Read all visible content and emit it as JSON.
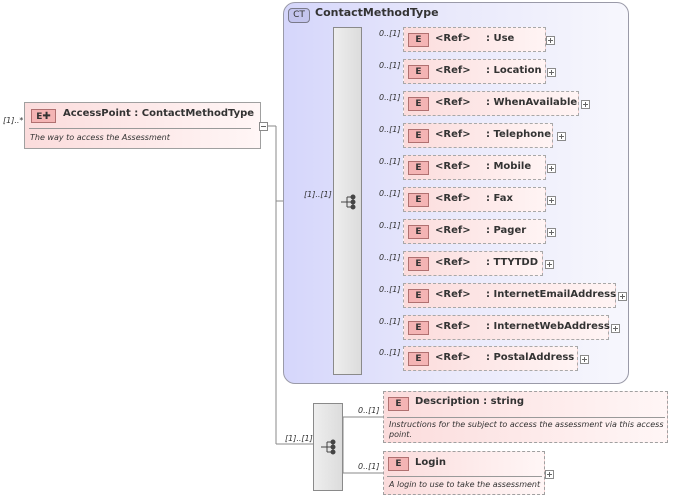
{
  "root": {
    "multiplicity": "[1]..*",
    "badge": "E",
    "title": "AccessPoint : ContactMethodType",
    "description": "The way to access the Assessment"
  },
  "complex_type": {
    "badge": "CT",
    "title": "ContactMethodType",
    "sequence_multiplicity": "[1]..[1]",
    "elements": [
      {
        "multiplicity": "0..[1]",
        "badge": "E",
        "ref": "<Ref>",
        "name": ": Use"
      },
      {
        "multiplicity": "0..[1]",
        "badge": "E",
        "ref": "<Ref>",
        "name": ": Location"
      },
      {
        "multiplicity": "0..[1]",
        "badge": "E",
        "ref": "<Ref>",
        "name": ": WhenAvailable"
      },
      {
        "multiplicity": "0..[1]",
        "badge": "E",
        "ref": "<Ref>",
        "name": ": Telephone"
      },
      {
        "multiplicity": "0..[1]",
        "badge": "E",
        "ref": "<Ref>",
        "name": ": Mobile"
      },
      {
        "multiplicity": "0..[1]",
        "badge": "E",
        "ref": "<Ref>",
        "name": ": Fax"
      },
      {
        "multiplicity": "0..[1]",
        "badge": "E",
        "ref": "<Ref>",
        "name": ": Pager"
      },
      {
        "multiplicity": "0..[1]",
        "badge": "E",
        "ref": "<Ref>",
        "name": ": TTYTDD"
      },
      {
        "multiplicity": "0..[1]",
        "badge": "E",
        "ref": "<Ref>",
        "name": ": InternetEmailAddress"
      },
      {
        "multiplicity": "0..[1]",
        "badge": "E",
        "ref": "<Ref>",
        "name": ": InternetWebAddress"
      },
      {
        "multiplicity": "0..[1]",
        "badge": "E",
        "ref": "<Ref>",
        "name": ": PostalAddress"
      }
    ]
  },
  "extension": {
    "sequence_multiplicity": "[1]..[1]",
    "description_element": {
      "multiplicity": "0..[1]",
      "badge": "E",
      "title": "Description : string",
      "description": "Instructions for the subject to access the assessment via this access point."
    },
    "login_element": {
      "multiplicity": "0..[1]",
      "badge": "E",
      "title": "Login",
      "description": "A login to use to take the assessment"
    }
  },
  "colors": {
    "element_fill": "#fbdcdc",
    "complex_type_fill": "#d5d6fb",
    "badge_fill": "#f4b4b4"
  }
}
